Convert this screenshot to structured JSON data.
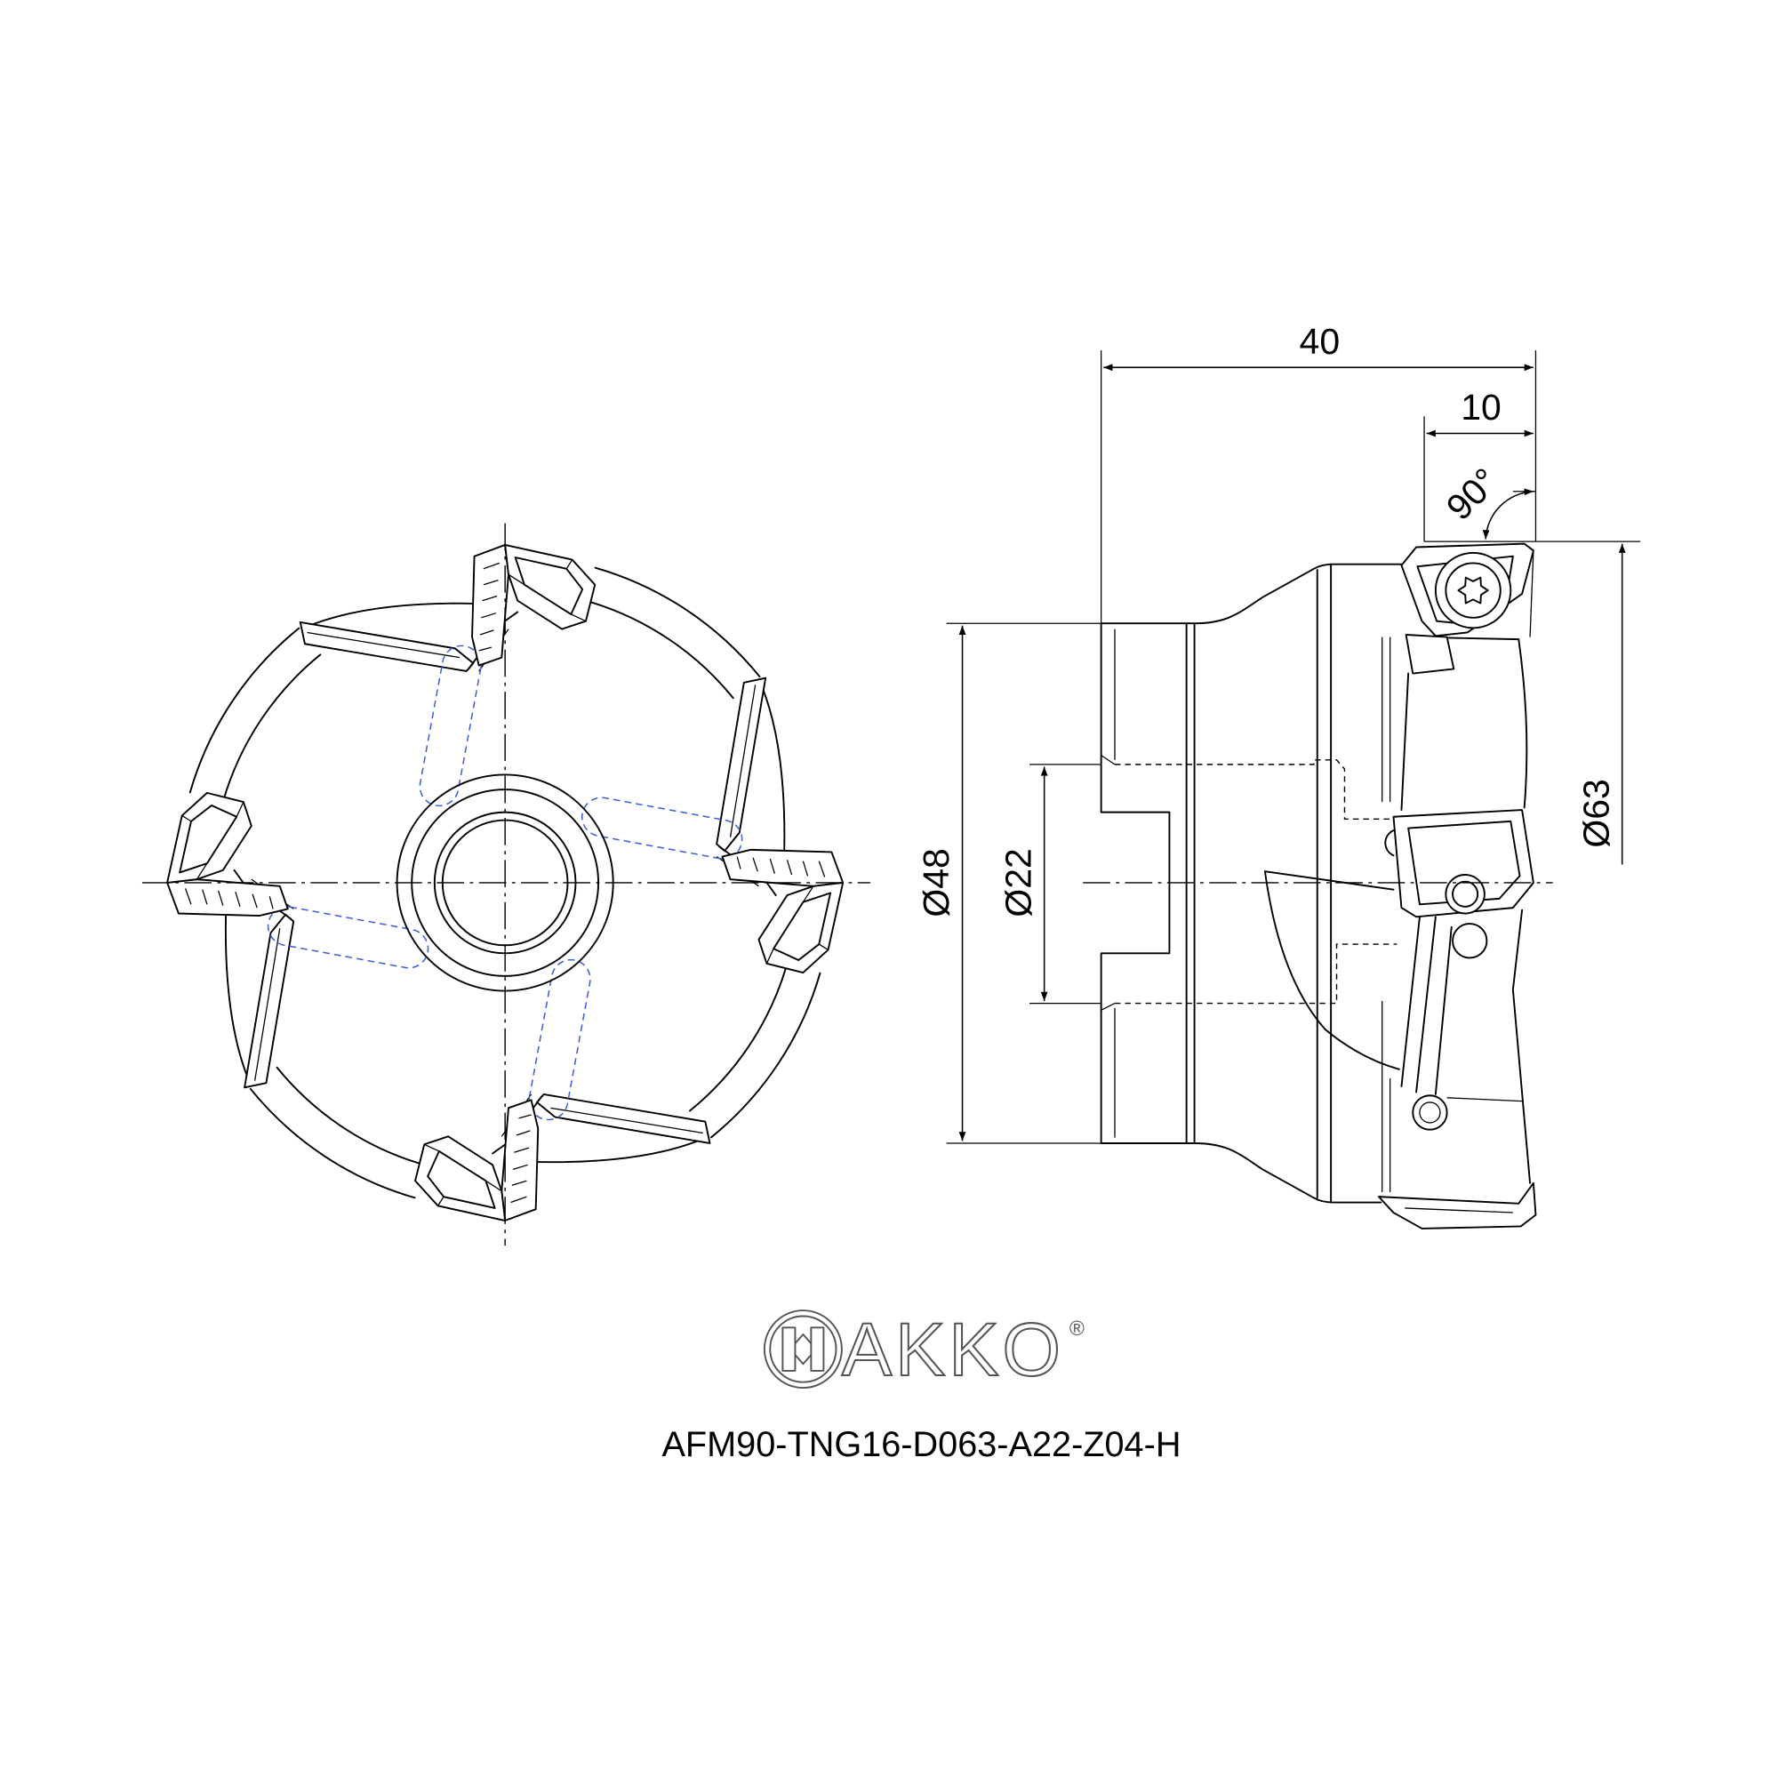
{
  "drawing": {
    "brand": "AKKO",
    "registered_mark": "®",
    "model": "AFM90-TNG16-D063-A22-Z04-H",
    "logo_icon": "akko-emblem-icon"
  },
  "dimensions": {
    "overall_length": "40",
    "insert_height": "10",
    "lead_angle": "90°",
    "shank_diameter": "Ø48",
    "bore_diameter": "Ø22",
    "cutter_diameter": "Ø63"
  },
  "colors": {
    "line": "#000000",
    "hidden_blue": "#3f5fd8",
    "logo": "#555555",
    "background": "#ffffff"
  }
}
